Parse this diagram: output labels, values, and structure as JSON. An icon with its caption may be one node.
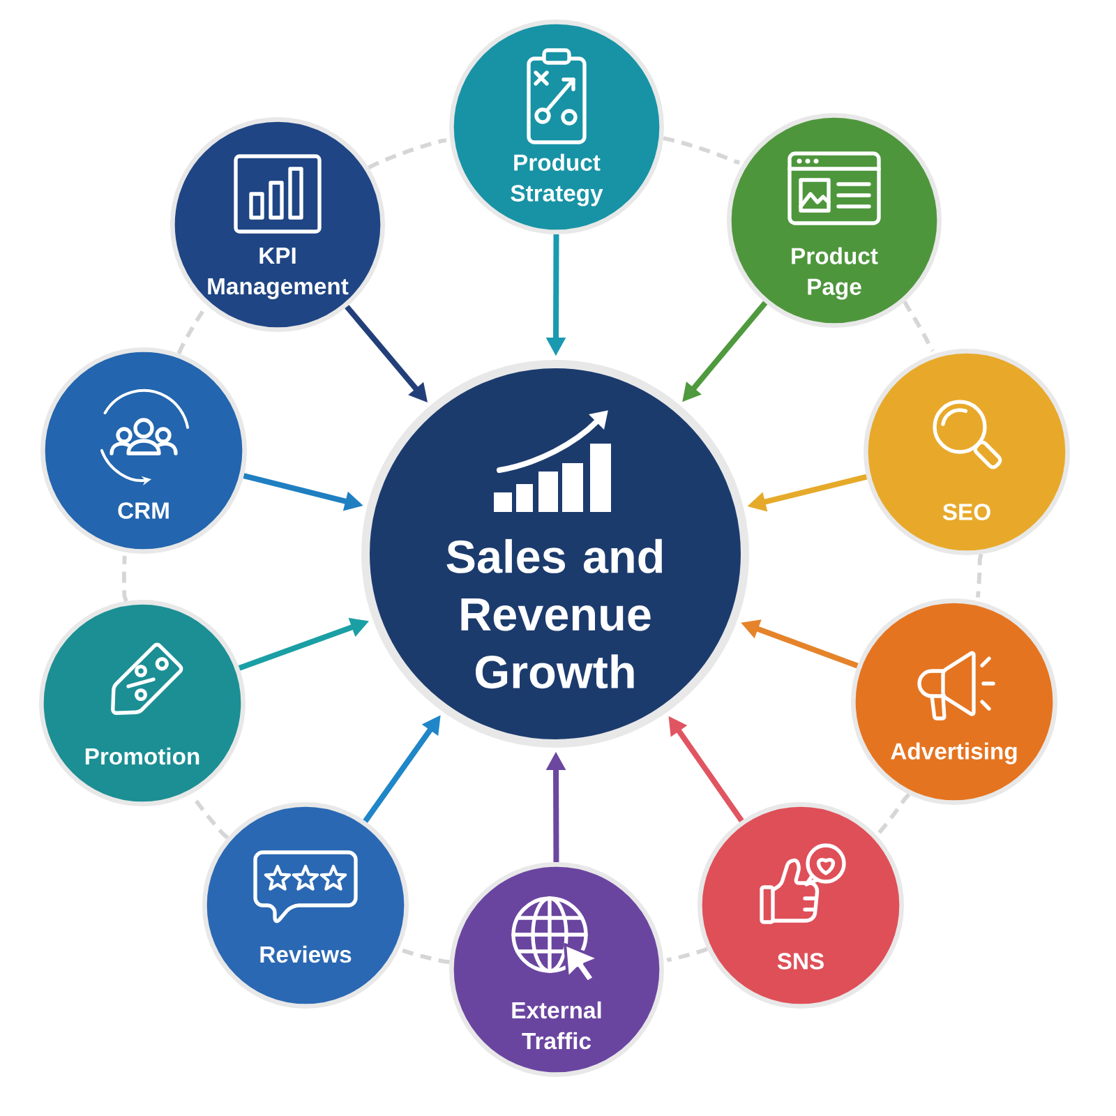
{
  "diagram": {
    "nodes": [
      {
        "text": [
          "Sales and Revenue Growth"
        ]
      },
      {
        "text": [
          "Product Strategy"
        ]
      },
      {
        "text": [
          "Product Page"
        ]
      },
      {
        "text": [
          "SEO"
        ]
      },
      {
        "text": [
          "Advertising"
        ]
      },
      {
        "text": [
          "SNS"
        ]
      },
      {
        "text": [
          "External Traffic"
        ]
      },
      {
        "text": [
          "Reviews"
        ]
      },
      {
        "text": [
          "Promotion"
        ]
      },
      {
        "text": [
          "CRM"
        ]
      },
      {
        "text": [
          "KPI Management"
        ]
      }
    ],
    "edges": [
      {
        "from": 1,
        "to": 0,
        "arrow": "to",
        "color": "#1a9ab0"
      },
      {
        "from": 2,
        "to": 0,
        "arrow": "to",
        "color": "#4f9a3e"
      },
      {
        "from": 3,
        "to": 0,
        "arrow": "to",
        "color": "#e6aa2a"
      },
      {
        "from": 4,
        "to": 0,
        "arrow": "to",
        "color": "#e5832b"
      },
      {
        "from": 5,
        "to": 0,
        "arrow": "to",
        "color": "#e05561"
      },
      {
        "from": 6,
        "to": 0,
        "arrow": "to",
        "color": "#6b479f"
      },
      {
        "from": 7,
        "to": 0,
        "arrow": "to",
        "color": "#1f86c8"
      },
      {
        "from": 8,
        "to": 0,
        "arrow": "to",
        "color": "#1a9fa4"
      },
      {
        "from": 9,
        "to": 0,
        "arrow": "to",
        "color": "#1f7fc1"
      },
      {
        "from": 10,
        "to": 0,
        "arrow": "to",
        "color": "#233f7a"
      },
      {
        "from": 1,
        "to": 2,
        "arrow": "none",
        "style": "dashed",
        "color": "#d6d6d6"
      },
      {
        "from": 2,
        "to": 3,
        "arrow": "none",
        "style": "dashed",
        "color": "#d6d6d6"
      },
      {
        "from": 3,
        "to": 4,
        "arrow": "none",
        "style": "dashed",
        "color": "#d6d6d6"
      },
      {
        "from": 4,
        "to": 5,
        "arrow": "none",
        "style": "dashed",
        "color": "#d6d6d6"
      },
      {
        "from": 5,
        "to": 6,
        "arrow": "none",
        "style": "dashed",
        "color": "#d6d6d6"
      },
      {
        "from": 6,
        "to": 7,
        "arrow": "none",
        "style": "dashed",
        "color": "#d6d6d6"
      },
      {
        "from": 7,
        "to": 8,
        "arrow": "none",
        "style": "dashed",
        "color": "#d6d6d6"
      },
      {
        "from": 8,
        "to": 9,
        "arrow": "none",
        "style": "dashed",
        "color": "#d6d6d6"
      },
      {
        "from": 9,
        "to": 10,
        "arrow": "none",
        "style": "dashed",
        "color": "#d6d6d6"
      },
      {
        "from": 10,
        "to": 1,
        "arrow": "none",
        "style": "dashed",
        "color": "#d6d6d6"
      }
    ]
  }
}
